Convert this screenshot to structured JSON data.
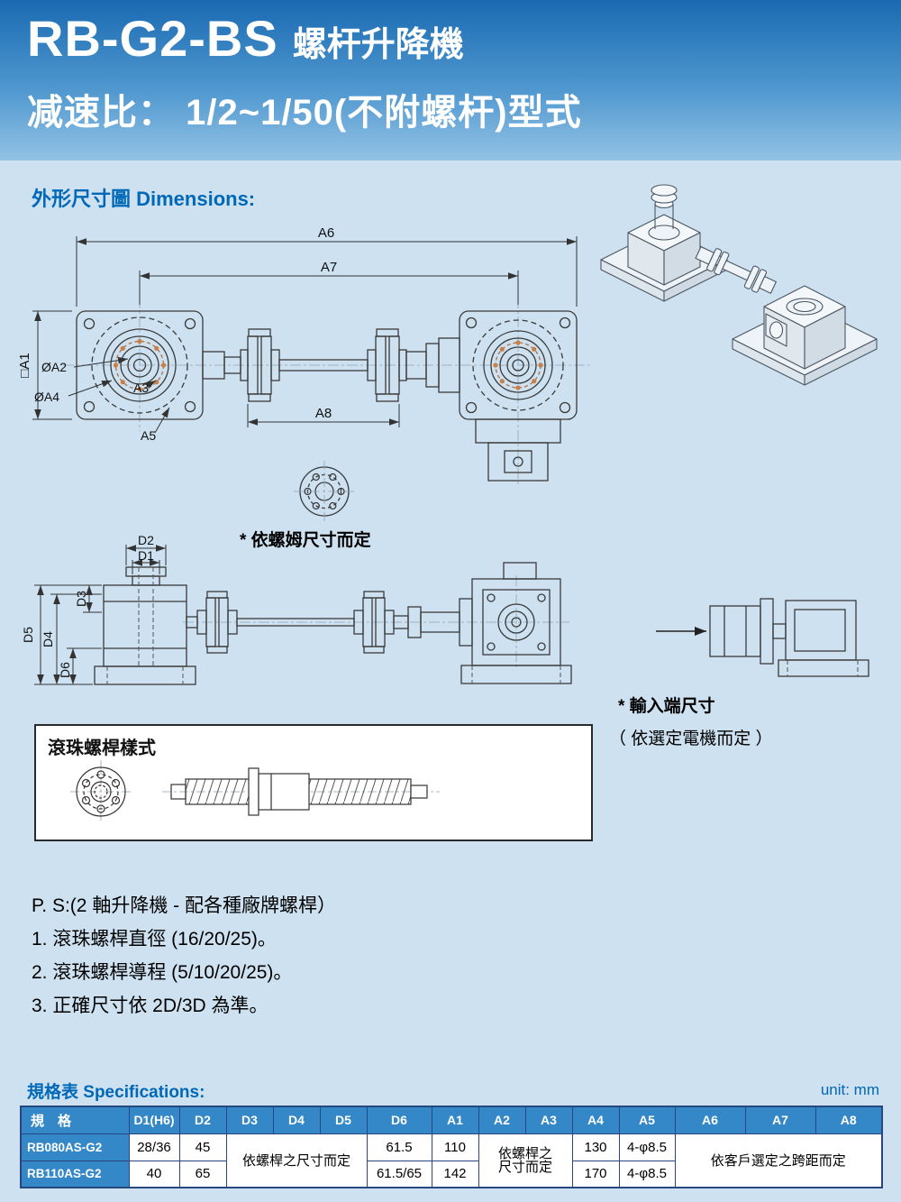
{
  "colors": {
    "page_bg": "#cde1f0",
    "accent_blue": "#0068b7",
    "header_gradient_start": "#1a6ab2",
    "header_gradient_end": "#93c2e5",
    "table_header_bg": "#3488c8",
    "table_border": "#27477e",
    "bolt_dot_orange": "#c97f45"
  },
  "header": {
    "model": "RB-G2-BS",
    "model_suffix": "螺杆升降機",
    "subtitle": "减速比： 1/2~1/50(不附螺杆)型式"
  },
  "sections": {
    "dimensions_label": "外形尺寸圖 Dimensions:",
    "spec_label": "規格表 Specifications:",
    "unit_label": "unit: mm",
    "ballscrew_label": "滾珠螺桿樣式"
  },
  "drawing_labels": {
    "a6": "A6",
    "a7": "A7",
    "a1": "□A1",
    "a2": "ØA2",
    "a3": "A3",
    "a4": "ØA4",
    "a5": "A5",
    "a8": "A8",
    "d2": "D2",
    "d1": "D1",
    "d3": "D3",
    "d5": "D5",
    "d4": "D4",
    "d6": "D6"
  },
  "notes": {
    "nut_note": "* 依螺姆尺寸而定",
    "input_note_line1": "* 輸入端尺寸",
    "input_note_line2": "（ 依選定電機而定 ）",
    "ps_title": "P. S:(2 軸升降機 - 配各種廠牌螺桿）",
    "ps_item1": "1. 滾珠螺桿直徑 (16/20/25)。",
    "ps_item2": "2. 滾珠螺桿導程 (5/10/20/25)。",
    "ps_item3": "3. 正確尺寸依 2D/3D 為準。"
  },
  "spec_table": {
    "headers": [
      "規　格",
      "D1(H6)",
      "D2",
      "D3",
      "D4",
      "D5",
      "D6",
      "A1",
      "A2",
      "A3",
      "A4",
      "A5",
      "A6",
      "A7",
      "A8"
    ],
    "rows": [
      {
        "model": "RB080AS-G2",
        "d1": "28/36",
        "d2": "45",
        "d6": "61.5",
        "a1": "110",
        "a4": "130",
        "a5": "4-φ8.5"
      },
      {
        "model": "RB110AS-G2",
        "d1": "40",
        "d2": "65",
        "d6": "61.5/65",
        "a1": "142",
        "a4": "170",
        "a5": "4-φ8.5"
      }
    ],
    "merged": {
      "d3_d5": "依螺桿之尺寸而定",
      "a2_a3": "依螺桿之\n尺寸而定",
      "a6_a8": "依客戶選定之跨距而定"
    }
  }
}
